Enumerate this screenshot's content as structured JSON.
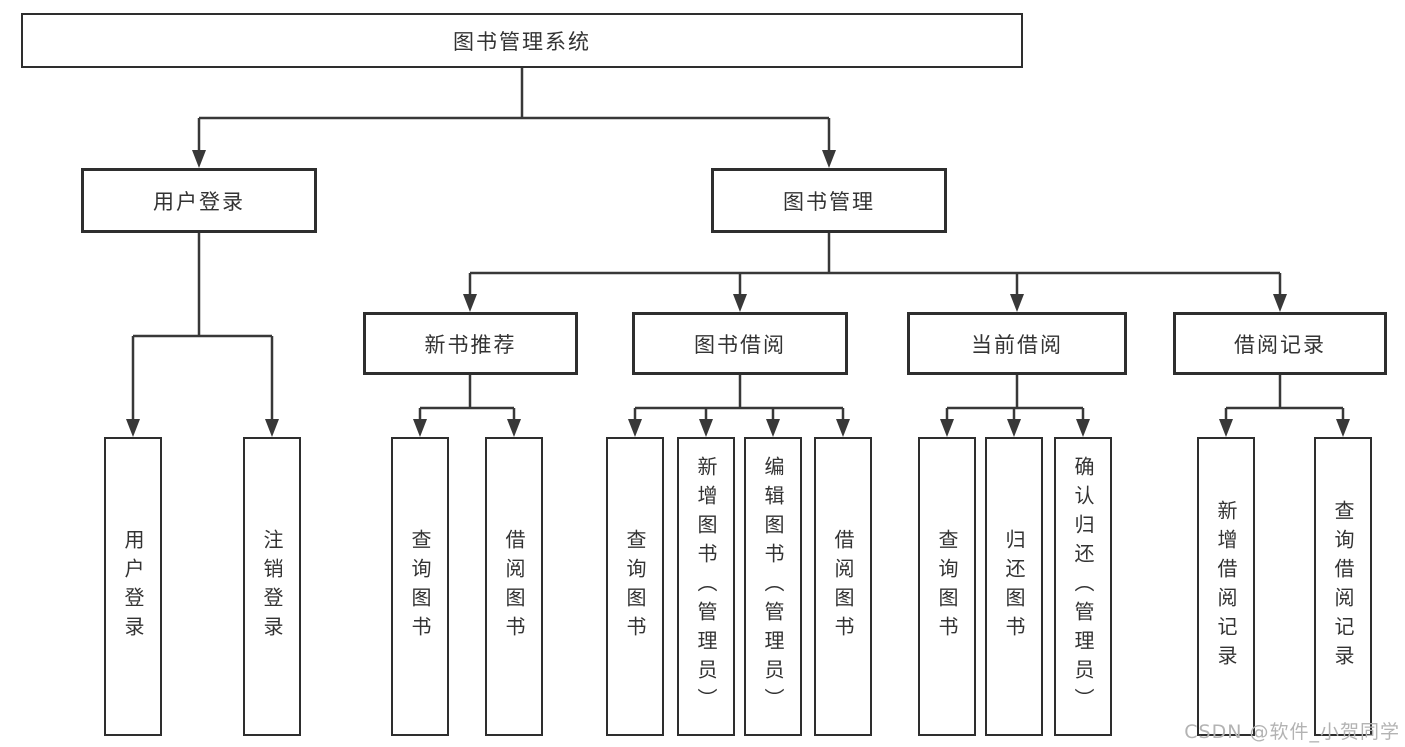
{
  "diagram": {
    "root": {
      "label": "图书管理系统"
    },
    "level2": [
      {
        "label": "用户登录"
      },
      {
        "label": "图书管理"
      }
    ],
    "level3": [
      {
        "label": "新书推荐"
      },
      {
        "label": "图书借阅"
      },
      {
        "label": "当前借阅"
      },
      {
        "label": "借阅记录"
      }
    ],
    "leaves": {
      "user_login": [
        {
          "label": "用户登录"
        },
        {
          "label": "注销登录"
        }
      ],
      "new_book": [
        {
          "label": "查询图书"
        },
        {
          "label": "借阅图书"
        }
      ],
      "book_borrow": [
        {
          "label": "查询图书"
        },
        {
          "label": "新增图书（管理员）"
        },
        {
          "label": "编辑图书（管理员）"
        },
        {
          "label": "借阅图书"
        }
      ],
      "current_borrow": [
        {
          "label": "查询图书"
        },
        {
          "label": "归还图书"
        },
        {
          "label": "确认归还（管理员）"
        }
      ],
      "borrow_record": [
        {
          "label": "新增借阅记录"
        },
        {
          "label": "查询借阅记录"
        }
      ]
    },
    "watermark": "CSDN @软件_小贺同学",
    "colors": {
      "line": "#383838",
      "box_border": "#2e2e2e",
      "text": "#333333",
      "background": "#ffffff",
      "watermark": "#b3b3b3"
    }
  }
}
